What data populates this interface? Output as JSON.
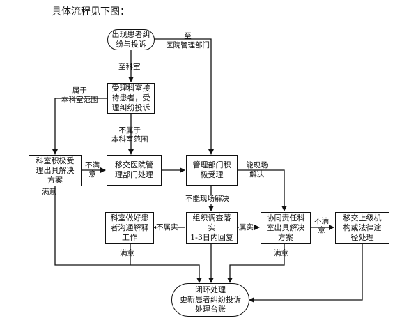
{
  "title": "具体流程见下图：",
  "nodes": {
    "start": [
      "出现患者纠",
      "纷与投诉"
    ],
    "dept_accept": [
      "受理科室接",
      "待患者，受",
      "理纠纷投诉"
    ],
    "dept_resolve": [
      "科室积极受",
      "理出具解决",
      "方案"
    ],
    "transfer_mgmt": [
      "移交医院管",
      "理部门处理"
    ],
    "mgmt_accept": [
      "管理部门积",
      "极受理"
    ],
    "dept_communicate": [
      "科室做好患",
      "者沟通解释",
      "工作"
    ],
    "investigate": [
      "组织调查落",
      "实",
      "1-3日内回复"
    ],
    "joint_resolve": [
      "协同责任科",
      "室出具解决",
      "方案"
    ],
    "escalate": [
      "移交上级机",
      "构或法律途",
      "径处理"
    ],
    "close": [
      "闭环处理",
      "更新患者纠纷投诉",
      "处理台账"
    ]
  },
  "labels": {
    "to_mgmt_dept": [
      "至",
      "医院管理部门"
    ],
    "to_dept": "至科室",
    "in_scope": [
      "属于",
      "本科室范围"
    ],
    "not_in_scope": [
      "不属于",
      "本科室范围"
    ],
    "not_satisfied_left": [
      "不满",
      "意"
    ],
    "satisfied_left": "满意",
    "can_resolve_onsite": [
      "能现场",
      "解决"
    ],
    "cannot_resolve_onsite": "不能现场解决",
    "not_true": "不属实",
    "true": "属实",
    "not_satisfied_right": [
      "不满",
      "意"
    ],
    "satisfied_bottom_left": "满意",
    "satisfied_bottom_right": "满意"
  }
}
